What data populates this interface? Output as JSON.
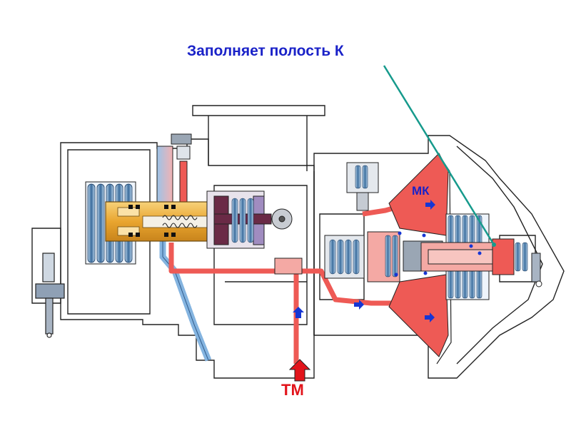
{
  "title": "Заполняет полость К",
  "labels": {
    "mk": "МК",
    "tm": "ТМ"
  },
  "colors": {
    "title": "#1a22c8",
    "mk": "#1a22c8",
    "tm": "#e2141b",
    "pointer": "#169a8c",
    "pressure": "#ee5a55",
    "pressure_light": "#f4a9a4",
    "supply": "#84b4e0",
    "piston": "#e9ab3c",
    "diaphragm": "#6a2a46",
    "spring": "#2f5f90",
    "arrow": "#1636d4"
  }
}
